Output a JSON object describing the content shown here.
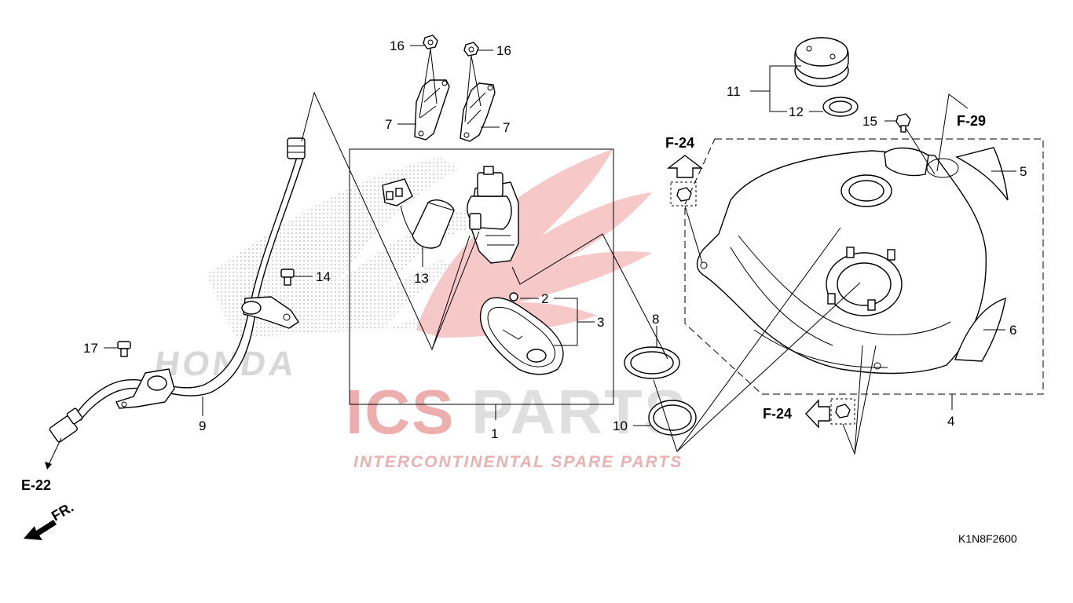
{
  "watermark": {
    "brand_primary": "ICS",
    "brand_secondary": "PARTS",
    "tagline": "INTERCONTINENTAL SPARE PARTS",
    "logo_text": "HONDA",
    "color_red": "#e74c4c",
    "color_grey": "#cfcfcf"
  },
  "diagram_code": "K1N8F2600",
  "direction_label": "FR.",
  "references": {
    "e22": "E-22",
    "f24_top": "F-24",
    "f24_bottom": "F-24",
    "f29": "F-29"
  },
  "part_labels": {
    "p1": "1",
    "p2": "2",
    "p3": "3",
    "p4": "4",
    "p5": "5",
    "p6": "6",
    "p7a": "7",
    "p7b": "7",
    "p8": "8",
    "p9": "9",
    "p10": "10",
    "p11": "11",
    "p12": "12",
    "p13": "13",
    "p14": "14",
    "p15": "15",
    "p16a": "16",
    "p16b": "16",
    "p17": "17"
  }
}
